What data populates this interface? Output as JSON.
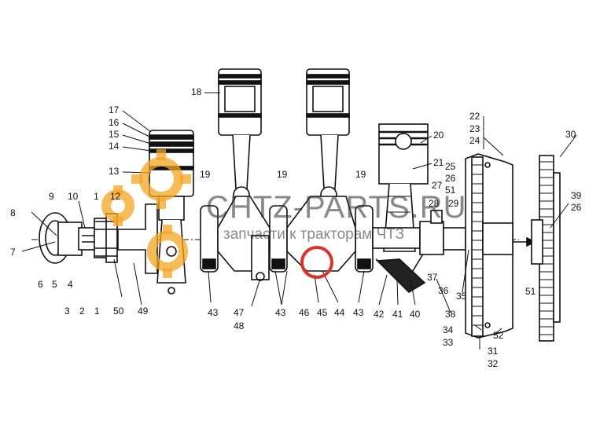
{
  "watermark": {
    "title": "CHTZ-PARTS.RU",
    "subtitle": "запчасти к тракторам ЧТЗ",
    "gear_color": "#f5a623"
  },
  "highlight_color": "#d9342b",
  "callouts": {
    "n1": "1",
    "n1b": "1",
    "n2": "2",
    "n3": "3",
    "n4": "4",
    "n5": "5",
    "n6": "6",
    "n7": "7",
    "n8": "8",
    "n9": "9",
    "n10": "10",
    "n12": "12",
    "n13": "13",
    "n14": "14",
    "n15": "15",
    "n16": "16",
    "n17": "17",
    "n18": "18",
    "n19a": "19",
    "n19b": "19",
    "n19c": "19",
    "n20": "20",
    "n21": "21",
    "n22": "22",
    "n23": "23",
    "n24": "24",
    "n25": "25",
    "n26": "26",
    "n26b": "26",
    "n27": "27",
    "n28": "28",
    "n29": "29",
    "n30": "30",
    "n31": "31",
    "n32": "32",
    "n33": "33",
    "n34": "34",
    "n35": "35",
    "n36": "36",
    "n37": "37",
    "n38": "38",
    "n39": "39",
    "n40": "40",
    "n41": "41",
    "n42": "42",
    "n43a": "43",
    "n43b": "43",
    "n43c": "43",
    "n44": "44",
    "n45": "45",
    "n46": "46",
    "n47": "47",
    "n48": "48",
    "n49": "49",
    "n50": "50",
    "n51": "51",
    "n51b": "51",
    "n52": "52"
  }
}
